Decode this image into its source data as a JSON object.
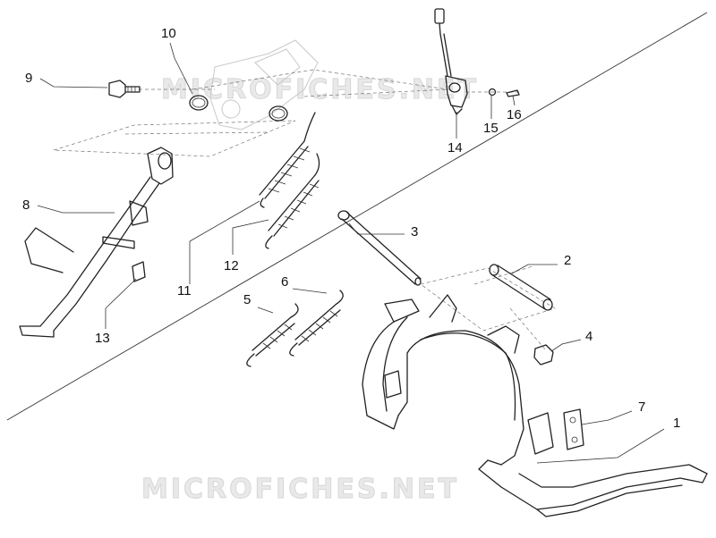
{
  "watermarks": [
    "MICROFICHES.NET",
    "MICROFICHES.NET"
  ],
  "callouts": [
    "1",
    "2",
    "3",
    "4",
    "5",
    "6",
    "7",
    "8",
    "9",
    "10",
    "11",
    "12",
    "13",
    "14",
    "15",
    "16"
  ],
  "colors": {
    "line": "#222222",
    "watermark": "#d6d6d6",
    "background": "#ffffff"
  }
}
